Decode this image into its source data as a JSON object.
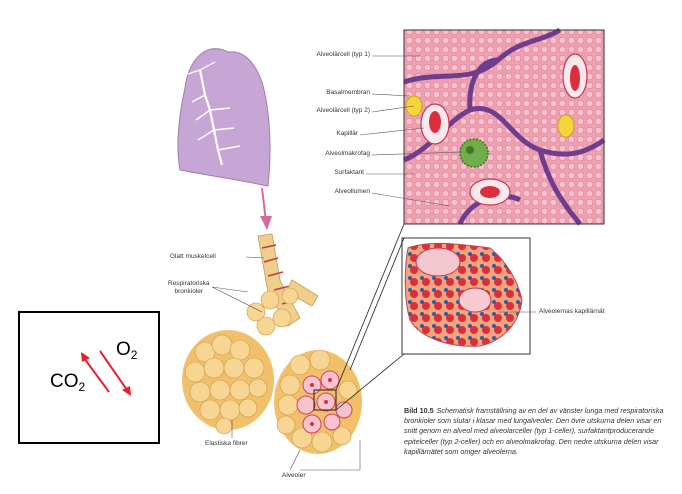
{
  "labels": {
    "alveolar_cell_type1": "Alveolärcell (typ 1)",
    "basement_membrane": "Basalmembran",
    "alveolar_cell_type2": "Alveolärcell (typ 2)",
    "capillary": "Kapillär",
    "alveolar_macrophage": "Alveolmakrofag",
    "surfactant": "Surfaktant",
    "alveolar_lumen": "Alveollumen",
    "smooth_muscle_cell": "Glatt muskelcell",
    "respiratory_bronchioles": "Respiratoriska\nbronkioler",
    "capillary_network": "Alveolernas kapillärnät",
    "elastic_fibers": "Elastiska fibrer",
    "alveoli": "Alveoler"
  },
  "caption": {
    "number": "Bild 10.5",
    "text": "Schematisk framställning av en del av vänster lunga med respiratoriska bronkioler som slutar i klasar med lungalveoler. Den övre utskurna delen visar en snitt genom en alveol med alveolarceller (typ 1-celler), surfaktantproducerande epitelceller (typ 2-celler) och en alveolmakrofag. Den nedre utskurna delen visar kapillärnätet som omger alveolerna."
  },
  "gas_exchange": {
    "o2": "O",
    "o2_sub": "2",
    "co2": "CO",
    "co2_sub": "2"
  },
  "colors": {
    "arrow": "#e8202a",
    "lung": "#c7a6d6",
    "alveolus": "#f2c06a",
    "tissue": "#e36a8a",
    "capillary_blue": "#2a5fa8"
  }
}
